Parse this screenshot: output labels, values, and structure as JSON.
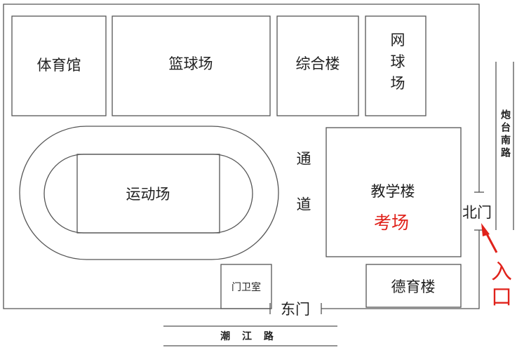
{
  "buildings": {
    "gym": "体育馆",
    "basketball": "篮球场",
    "complex": "综合楼",
    "tennis": "网球场",
    "sports_field": "运动场",
    "teaching": "教学楼",
    "exam_room": "考场",
    "moral": "德育楼",
    "guard": "门卫室"
  },
  "passage": "通道",
  "gates": {
    "north": "北门",
    "east": "东门"
  },
  "roads": {
    "paotai_south": "炮台南路",
    "chaojiang": "潮 江 路"
  },
  "entrance": "入口",
  "colors": {
    "line": "#555555",
    "accent": "#e0221b"
  }
}
